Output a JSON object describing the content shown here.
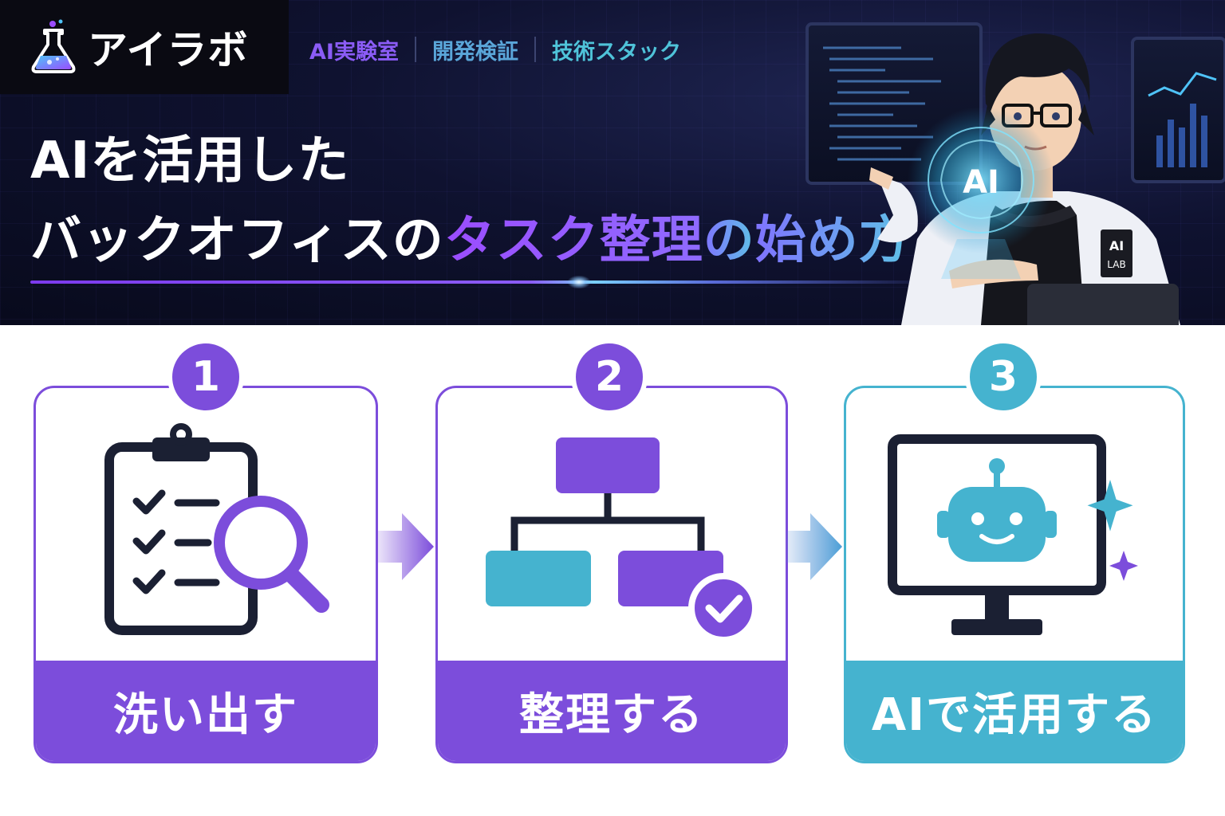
{
  "brand": {
    "name": "アイラボ"
  },
  "nav": {
    "items": [
      {
        "label": "AI実験室"
      },
      {
        "label": "開発検証"
      },
      {
        "label": "技術スタック"
      }
    ]
  },
  "hero": {
    "title_line1": "AIを活用した",
    "title_line2_a": "バックオフィスの",
    "title_line2_b": "タスク整理",
    "title_line2_c": "の",
    "title_line2_d": "始め方",
    "hologram_text": "AI",
    "coat_badge_top": "AI",
    "coat_badge_bottom": "LAB"
  },
  "steps": [
    {
      "number": "1",
      "label": "洗い出す",
      "icon": "clipboard-search-icon",
      "color": "#7c4ddb"
    },
    {
      "number": "2",
      "label": "整理する",
      "icon": "hierarchy-check-icon",
      "color": "#7c4ddb"
    },
    {
      "number": "3",
      "label": "AIで活用する",
      "icon": "monitor-robot-icon",
      "color": "#45b3cf"
    }
  ],
  "colors": {
    "purple": "#7c4ddb",
    "teal": "#45b3cf",
    "navy": "#1b2033",
    "hero_bg": "#0f1230"
  }
}
